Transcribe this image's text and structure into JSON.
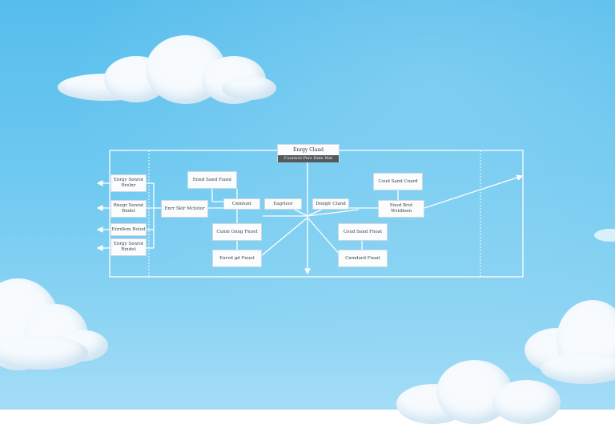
{
  "diagram": {
    "title": "Enrgy Cland",
    "subtitle": "Cuontrel Perz Hnln Mat",
    "nodes": {
      "left_1": "Enrgy Senrot Rrelnr",
      "left_2": "Rnegr Senrat Rndet",
      "left_3": "Enrdlem Rolod",
      "left_4": "Enrgy Senrot Rindet",
      "mid_left": "Enrr Sklr Mctotor",
      "upper_left": "Ennd Sand Fiamt",
      "center_left": "Cnmlunt",
      "lower_left_1": "Cunm Gnng Fnuet",
      "lower_left_2": "Enrvd gd Fnuet",
      "center": "Eagrleor",
      "center_right": "Dnnglr Cland",
      "upper_right": "Coud Sand Cnard",
      "right": "Enod Brot Wstdleen",
      "lower_right_1": "Coud Sand Fnoat",
      "lower_right_2": "Cnmdard Fnaat"
    }
  }
}
